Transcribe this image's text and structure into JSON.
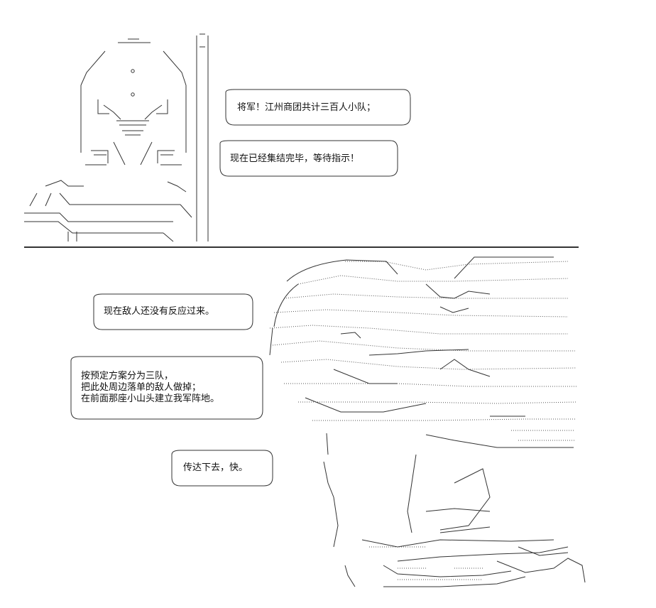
{
  "panel_top": {
    "bubble_1": {
      "lines": [
        "将军！江州商团共计三百人小队；"
      ]
    },
    "bubble_2": {
      "lines": [
        "现在已经集结完毕，等待指示！"
      ]
    }
  },
  "panel_bottom": {
    "bubble_3": {
      "lines": [
        "现在敌人还没有反应过来。"
      ]
    },
    "bubble_4": {
      "lines": [
        "按预定方案分为三队，",
        "把此处周边落单的敌人做掉；",
        "在前面那座小山头建立我军阵地。"
      ]
    },
    "bubble_5": {
      "lines": [
        "传达下去，快。"
      ]
    }
  },
  "colors": {
    "ink": "#222222",
    "paper": "#ffffff"
  }
}
